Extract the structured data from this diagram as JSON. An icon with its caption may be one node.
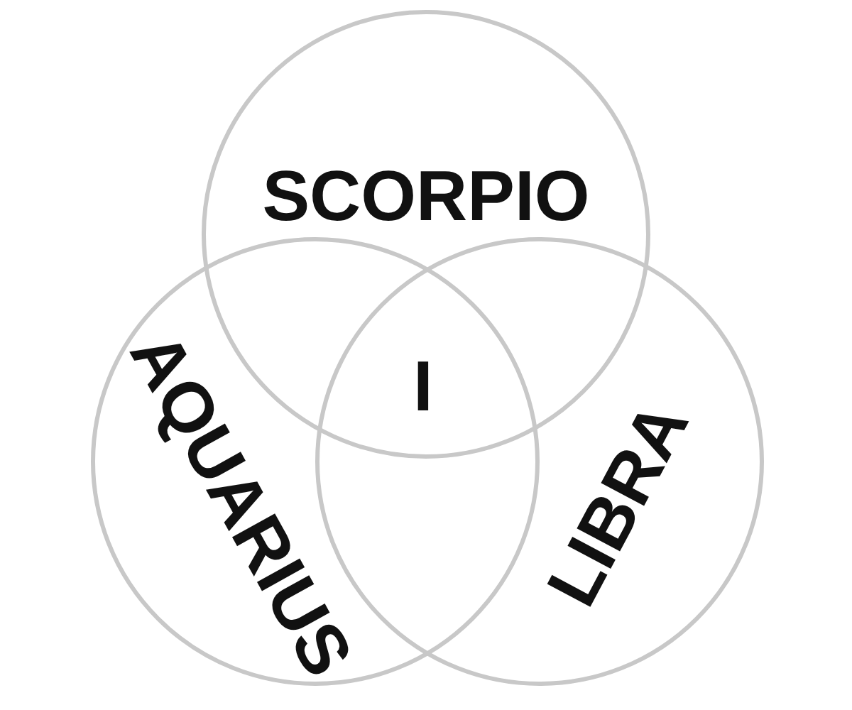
{
  "diagram": {
    "nodes": [
      {
        "text": [
          "SCORPIO"
        ]
      },
      {
        "text": [
          "AQUARIUS"
        ]
      },
      {
        "text": [
          "LIBRA"
        ]
      }
    ],
    "labels": [
      "I"
    ]
  }
}
